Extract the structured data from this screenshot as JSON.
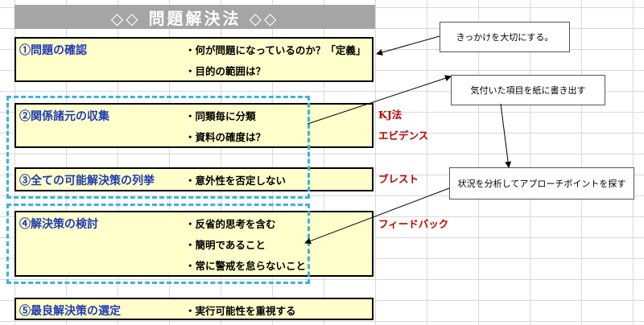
{
  "title": "◇◇ 問題解決法 ◇◇",
  "sections": [
    {
      "heading": "①問題の確認",
      "items": [
        "・何が問題になっているのか？「定義」",
        "・目的の範囲は？"
      ]
    },
    {
      "heading": "②関係諸元の収集",
      "items": [
        "・同類毎に分類",
        "・資料の確度は？"
      ],
      "notes": [
        "KJ法",
        "エビデンス"
      ]
    },
    {
      "heading": "③全ての可能解決策の列挙",
      "items": [
        "・意外性を否定しない"
      ],
      "notes": [
        "ブレスト"
      ]
    },
    {
      "heading": "④解決策の検討",
      "items": [
        "・反省的思考を含む",
        "・簡明であること",
        "・常に警戒を怠らないこと"
      ],
      "notes": [
        "フィードバック"
      ]
    },
    {
      "heading": "⑤最良解決策の選定",
      "items": [
        "・実行可能性を重視する"
      ]
    }
  ],
  "callouts": [
    "きっかけを大切にする。",
    "気付いた項目を紙に書き出す",
    "状況を分析してアプローチポイントを探す"
  ],
  "colors": {
    "heading_blue": "#1f3bb0",
    "note_red": "#c00000",
    "box_fill": "#ffffcc",
    "dashed_cyan": "#3bb4d6",
    "banner_gray": "#a5a5a5"
  }
}
